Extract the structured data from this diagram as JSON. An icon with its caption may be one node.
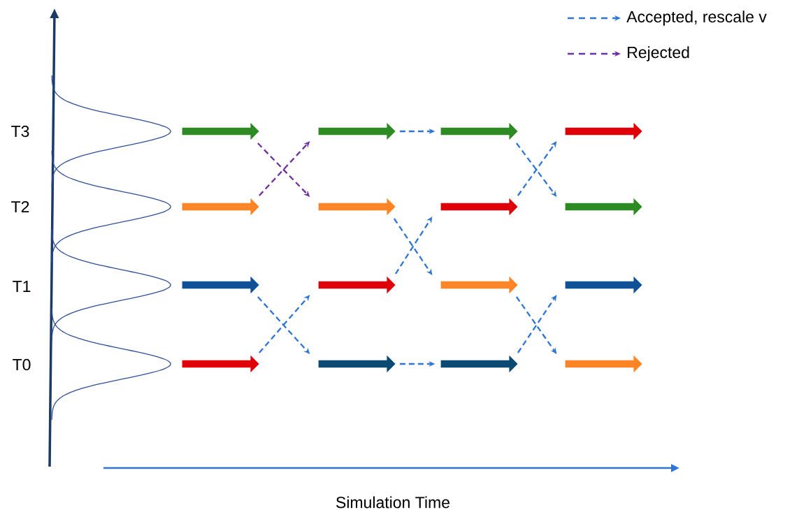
{
  "diagram": {
    "nodes": [
      {
        "text": [],
        "shape": "arrow"
      },
      {
        "text": [],
        "shape": "arrow"
      },
      {
        "text": [],
        "shape": "arrow"
      },
      {
        "text": [],
        "shape": "arrow"
      },
      {
        "text": [],
        "shape": "arrow"
      },
      {
        "text": [],
        "shape": "arrow"
      },
      {
        "text": [],
        "shape": "arrow"
      },
      {
        "text": [],
        "shape": "arrow"
      },
      {
        "text": [],
        "shape": "arrow"
      },
      {
        "text": [],
        "shape": "arrow"
      },
      {
        "text": [],
        "shape": "arrow"
      },
      {
        "text": [],
        "shape": "arrow"
      },
      {
        "text": [],
        "shape": "arrow"
      },
      {
        "text": [],
        "shape": "arrow"
      },
      {
        "text": [],
        "shape": "arrow"
      },
      {
        "text": [],
        "shape": "arrow"
      }
    ],
    "edges": [
      {
        "from": 0,
        "to": 5,
        "arrow": "to",
        "style": "dashed",
        "color": "#7030a0"
      },
      {
        "from": 1,
        "to": 4,
        "arrow": "to",
        "style": "dashed",
        "color": "#7030a0"
      },
      {
        "from": 2,
        "to": 7,
        "arrow": "to",
        "style": "dashed"
      },
      {
        "from": 3,
        "to": 6,
        "arrow": "to",
        "style": "dashed"
      },
      {
        "from": 4,
        "to": 8,
        "arrow": "to",
        "style": "dashed"
      },
      {
        "from": 5,
        "to": 10,
        "arrow": "to",
        "style": "dashed"
      },
      {
        "from": 6,
        "to": 9,
        "arrow": "to",
        "style": "dashed"
      },
      {
        "from": 7,
        "to": 11,
        "arrow": "to",
        "style": "dashed"
      },
      {
        "from": 8,
        "to": 13,
        "arrow": "to",
        "style": "dashed"
      },
      {
        "from": 9,
        "to": 12,
        "arrow": "to",
        "style": "dashed"
      },
      {
        "from": 10,
        "to": 15,
        "arrow": "to",
        "style": "dashed"
      },
      {
        "from": 11,
        "to": 14,
        "arrow": "to",
        "style": "dashed"
      }
    ],
    "labels": [
      "T3",
      "T2",
      "T1",
      "T0",
      "Simulation Time"
    ],
    "legend": [
      {
        "text": "Accepted, rescale v"
      },
      {
        "text": "Rejected"
      }
    ]
  }
}
